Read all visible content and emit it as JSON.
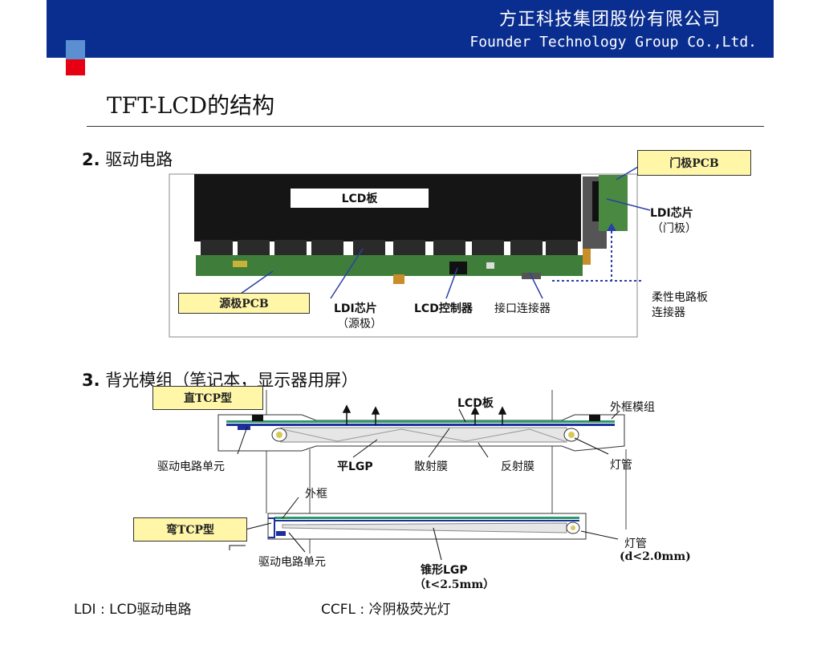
{
  "header": {
    "company_cn": "方正科技集团股份有限公司",
    "company_en": "Founder Technology Group Co.,Ltd.",
    "colors": {
      "bar": "#0a2e8f",
      "accent_blue": "#5b8fd1",
      "accent_red": "#e60012"
    }
  },
  "title": "TFT-LCD的结构",
  "section2": {
    "heading_num": "2.",
    "heading_text": "驱动电路",
    "labels": {
      "lcd_panel": "LCD板",
      "gate_pcb": "门极PCB",
      "ldi_gate_1": "LDI芯片",
      "ldi_gate_2": "（门极）",
      "source_pcb": "源极PCB",
      "ldi_source_1": "LDI芯片",
      "ldi_source_2": "（源极）",
      "lcd_controller": "LCD控制器",
      "interface_connector": "接口连接器",
      "flex_connector_1": "柔性电路板",
      "flex_connector_2": "连接器"
    }
  },
  "section3": {
    "heading_num": "3.",
    "heading_text": "背光模组（笔记本，显示器用屏）",
    "labels": {
      "direct_tcp": "直TCP型",
      "bent_tcp": "弯TCP型",
      "lcd_panel": "LCD板",
      "frame_module": "外框模组",
      "drive_unit_top": "驱动电路单元",
      "flat_lgp": "平LGP",
      "diffuser": "散射膜",
      "reflector": "反射膜",
      "lamp_top": "灯管",
      "outer_frame": "外框",
      "lamp_bottom": "灯管",
      "lamp_spec": "(d<2.0mm)",
      "drive_unit_bottom": "驱动电路单元",
      "wedge_lgp": "锥形LGP",
      "wedge_spec": "（t<2.5mm）"
    }
  },
  "footer": {
    "ldi": "LDI : LCD驱动电路",
    "ccfl": "CCFL : 冷阴极荧光灯"
  }
}
